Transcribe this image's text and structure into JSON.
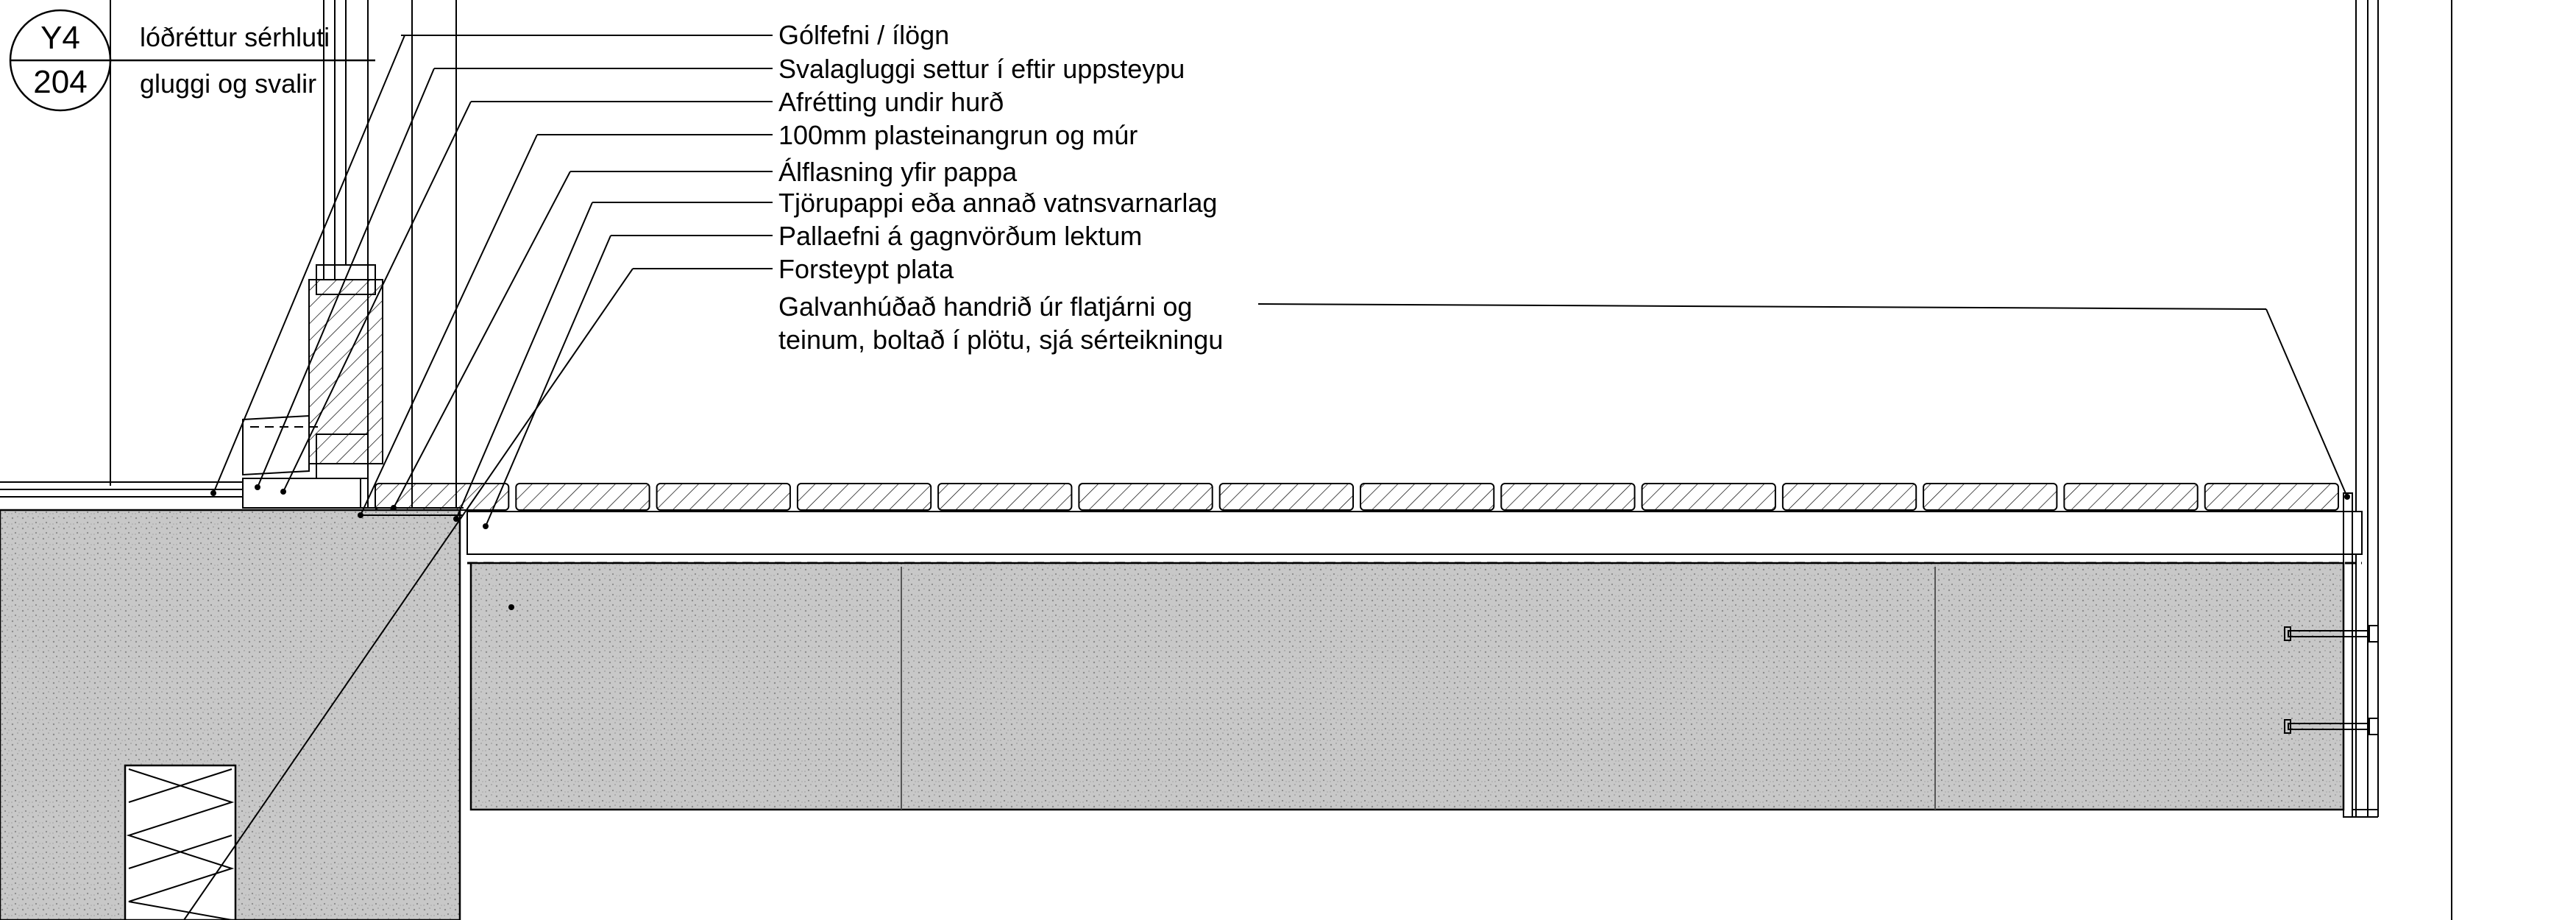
{
  "detail_tag": {
    "id": "Y4",
    "sheet": "204",
    "title_line_1": "lóðréttur sérhluti",
    "title_line_2": "gluggi og svalir"
  },
  "callouts": [
    "Gólfefni / ílögn",
    "Svalagluggi settur í eftir uppsteypu",
    "Afrétting undir hurð",
    "100mm plasteinangrun og múr",
    "Álflasning yfir pappa",
    "Tjörupappi eða annað vatnsvarnarlag",
    "Pallaefni á gagnvörðum lektum",
    "Forsteypt plata"
  ],
  "railing_note": {
    "line_1": "Galvanhúðað handrið úr flatjárni og",
    "line_2": "teinum, boltað í plötu, sjá sérteikningu"
  },
  "colors": {
    "ink": "#000000",
    "concrete_fill": "#c8c8c8",
    "paper": "#ffffff"
  }
}
